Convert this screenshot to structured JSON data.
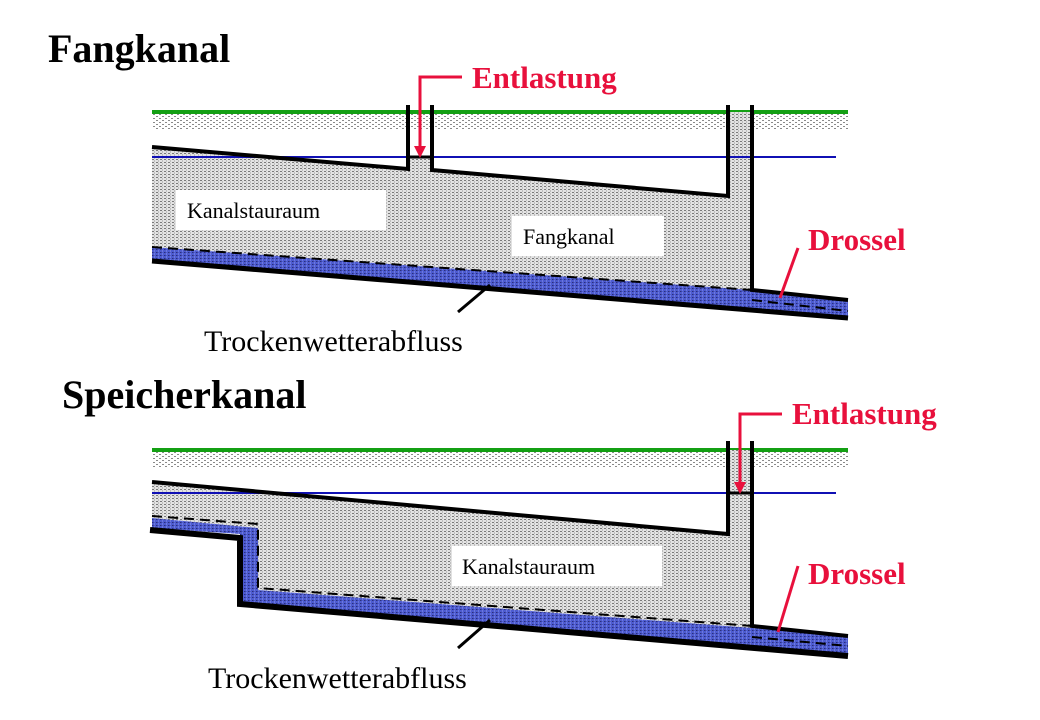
{
  "colors": {
    "ground": "#14a014",
    "water_level": "#1010b4",
    "flow": "#4d5bd0",
    "label_red": "#e8103c",
    "wall": "#000000"
  },
  "fangkanal": {
    "title": "Fangkanal",
    "entlastung_label": "Entlastung",
    "drossel_label": "Drossel",
    "storage_label": "Kanalstauraum",
    "inner_label": "Fangkanal",
    "dry_weather_label": "Trockenwetterabfluss"
  },
  "speicherkanal": {
    "title": "Speicherkanal",
    "entlastung_label": "Entlastung",
    "drossel_label": "Drossel",
    "storage_label": "Kanalstauraum",
    "dry_weather_label": "Trockenwetterabfluss"
  }
}
